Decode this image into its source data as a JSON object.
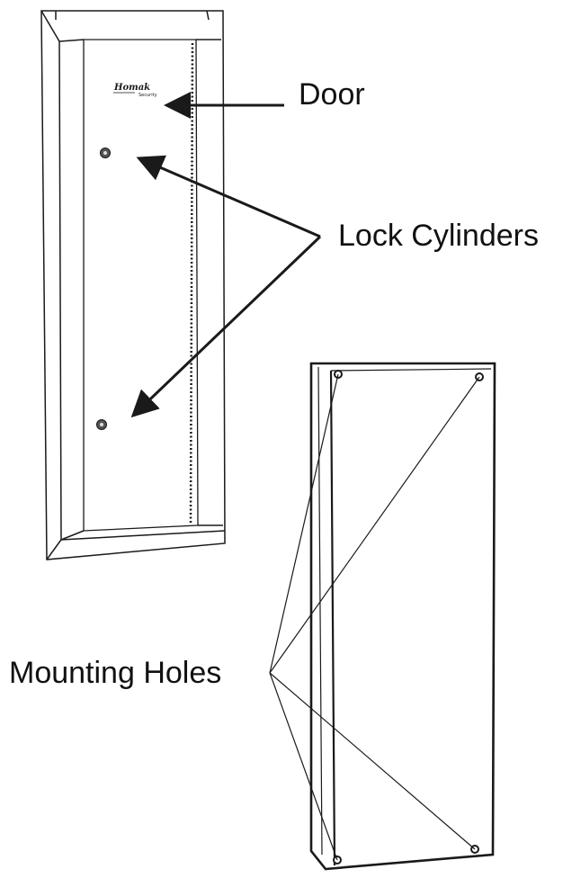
{
  "labels": {
    "door": "Door",
    "lock_cylinders": "Lock Cylinders",
    "mounting_holes": "Mounting Holes"
  },
  "brand_logo": {
    "line1": "Homak",
    "line2": "Security"
  },
  "colors": {
    "line": "#1a1a1a",
    "background": "#ffffff"
  }
}
